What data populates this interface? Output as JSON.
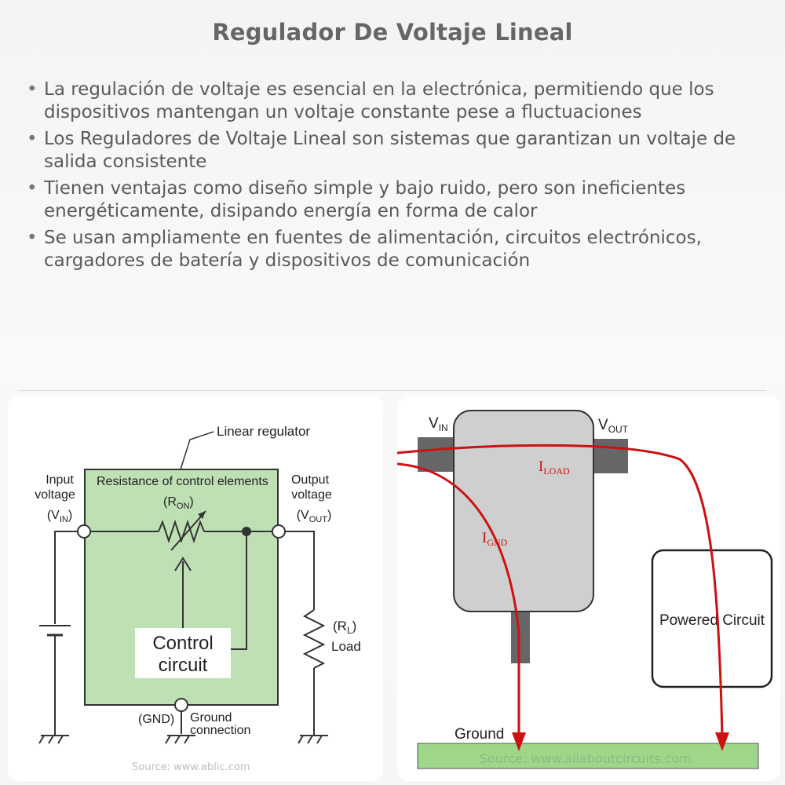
{
  "title": "Regulador De Voltaje Lineal",
  "bullets": [
    "La regulación de voltaje es esencial en la electrónica, permitiendo que los dispositivos mantengan un voltaje constante pese a fluctuaciones",
    "Los Reguladores de Voltaje Lineal son sistemas que garantizan un voltaje de salida consistente",
    "Tienen ventajas como diseño simple y bajo ruido, pero son ineficientes energéticamente, disipando energía en forma de calor",
    "Se usan ampliamente en fuentes de alimentación, circuitos electrónicos, cargadores de batería y dispositivos de comunicación"
  ],
  "left_diagram": {
    "linear_regulator": "Linear regulator",
    "resistance_label": "Resistance of control elements",
    "ron_open": "(R",
    "ron_sub": "ON",
    "paren_close": ")",
    "input_line1": "Input",
    "input_line2": "voltage",
    "vin_open": "(V",
    "vin_sub": "IN",
    "output_line1": "Output",
    "output_line2": "voltage",
    "vout_open": "(V",
    "vout_sub": "OUT",
    "control_line1": "Control",
    "control_line2": "circuit",
    "rl_open": "(R",
    "rl_sub": "L",
    "load": "Load",
    "gnd": "(GND)",
    "ground_line1": "Ground",
    "ground_line2": "connection",
    "source": "Source: www.ablic.com",
    "colors": {
      "box_fill": "#bfe0b5",
      "box_stroke": "#333333"
    }
  },
  "right_diagram": {
    "vin_main": "V",
    "vin_sub": "IN",
    "vout_main": "V",
    "vout_sub": "OUT",
    "iload_main": "I",
    "iload_sub": "LOAD",
    "ignd_main": "I",
    "ignd_sub": "GND",
    "powered_circuit": "Powered Circuit",
    "ground": "Ground",
    "source": "Source: www.allaboutcircuits.com",
    "colors": {
      "current": "#cc1111",
      "regulator": "#cfcfcf",
      "ground": "#9ed68a",
      "pin": "#666666"
    }
  }
}
